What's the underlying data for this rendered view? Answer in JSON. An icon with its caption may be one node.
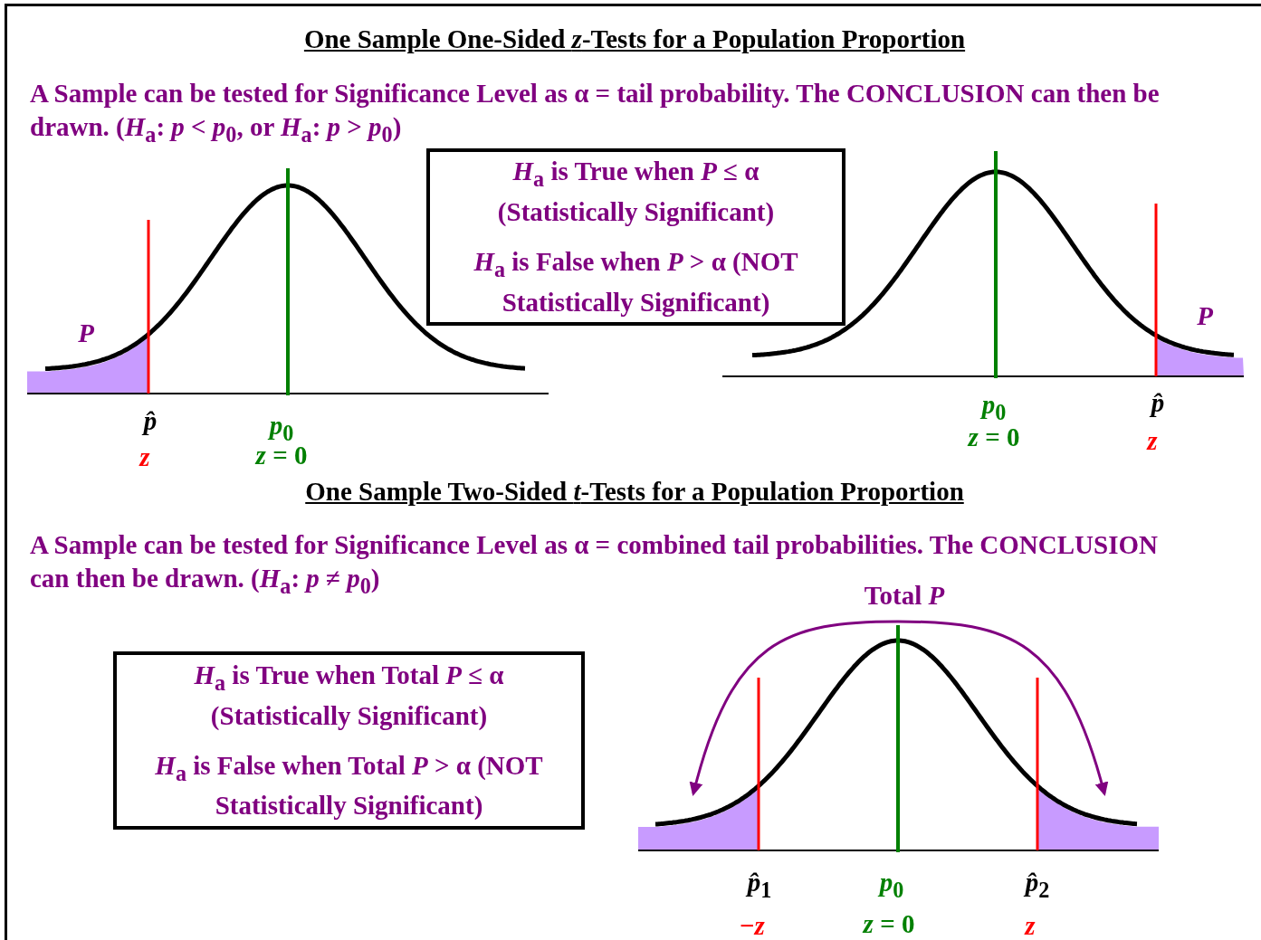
{
  "diagram": {
    "title": "One Sample One-Sided *z*-Tests for a Population Proportion",
    "nodes": [
      {
        "text": [
          "*H*$_{a}$ is True when *P* ≤ α (Statistically Significant)",
          "*H*$_{a}$ is False when *P* > α (NOT Statistically Significant)"
        ]
      },
      {
        "text": [
          "*H*$_{a}$ is True when Total *P* ≤ α (Statistically Significant)",
          "*H*$_{a}$ is False when Total *P* > α (NOT Statistically Significant)"
        ]
      }
    ],
    "labels": [
      "A Sample can be tested for Significance Level as α = tail probability. The CONCLUSION can then be drawn. (*H*$_{a}$: *p* < *p*$_{0}$, or *H*$_{a}$: *p* > *p*$_{0}$)",
      "*P*",
      "*p̂*",
      "*z*",
      "*p*$_{0}$",
      "*z* = 0",
      "*P*",
      "*p*$_{0}$",
      "*z* = 0",
      "*p̂*",
      "*z*",
      "One Sample Two-Sided *t*-Tests for a Population Proportion",
      "A Sample can be tested for Significance Level as α = combined tail probabilities. The CONCLUSION can then be drawn. (*H*$_{a}$: *p* ≠ *p*$_{0}$)",
      "Total *P*",
      "*p̂*$_{1}$",
      "*p*$_{0}$",
      "*p̂*$_{2}$",
      "−*z*",
      "*z* = 0",
      "*z*"
    ]
  }
}
